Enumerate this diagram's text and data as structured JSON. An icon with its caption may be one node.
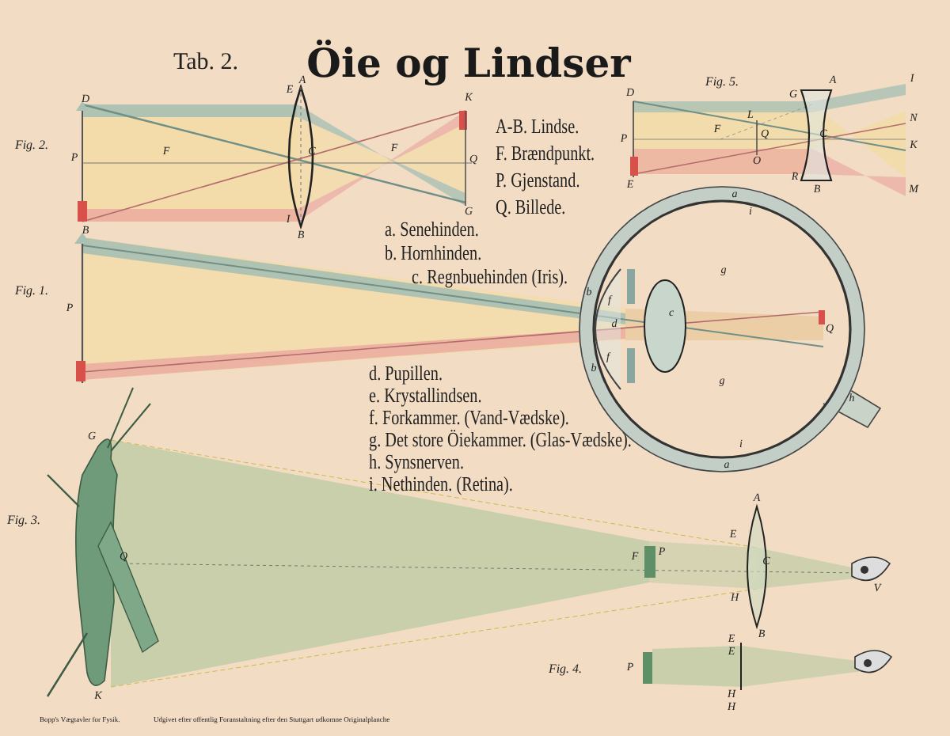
{
  "diagram": {
    "title": "Öie og Lindser",
    "labels": [
      "Tab. 2.",
      "Fig. 2.",
      "D",
      "E",
      "A",
      "K",
      "P",
      "F",
      "C",
      "F",
      "Q",
      "G",
      "B",
      "I",
      "B",
      "Fig. 5.",
      "A",
      "I",
      "D",
      "G",
      "L",
      "N",
      "F",
      "P",
      "Q",
      "C",
      "K",
      "O",
      "E",
      "R",
      "B",
      "M",
      "A-B. Lindse.",
      "F. Brændpunkt.",
      "P. Gjenstand.",
      "Q. Billede.",
      "a. Senehinden.",
      "b. Hornhinden.",
      "c. Regnbuehinden (Iris).",
      "Fig. 1.",
      "P",
      "a",
      "i",
      "g",
      "b",
      "f",
      "c",
      "d",
      "Q",
      "f",
      "b",
      "g",
      "h",
      "i",
      "a",
      "d. Pupillen.",
      "e. Krystallindsen.",
      "f. Forkammer. (Vand-Vædske).",
      "g. Det store Öiekammer. (Glas-Vædske).",
      "h. Synsnerven.",
      "i. Nethinden. (Retina).",
      "G",
      "Fig. 3.",
      "Q",
      "K",
      "F",
      "P",
      "A",
      "E",
      "C",
      "H",
      "V",
      "B",
      "Fig. 4.",
      "P",
      "E",
      "E",
      "H",
      "H",
      "Bopp's Vægtavler for Fysik.",
      "Udgivet efter offentlig Foranstaltning efter den Stuttgart udkomne Originalplanche"
    ]
  }
}
